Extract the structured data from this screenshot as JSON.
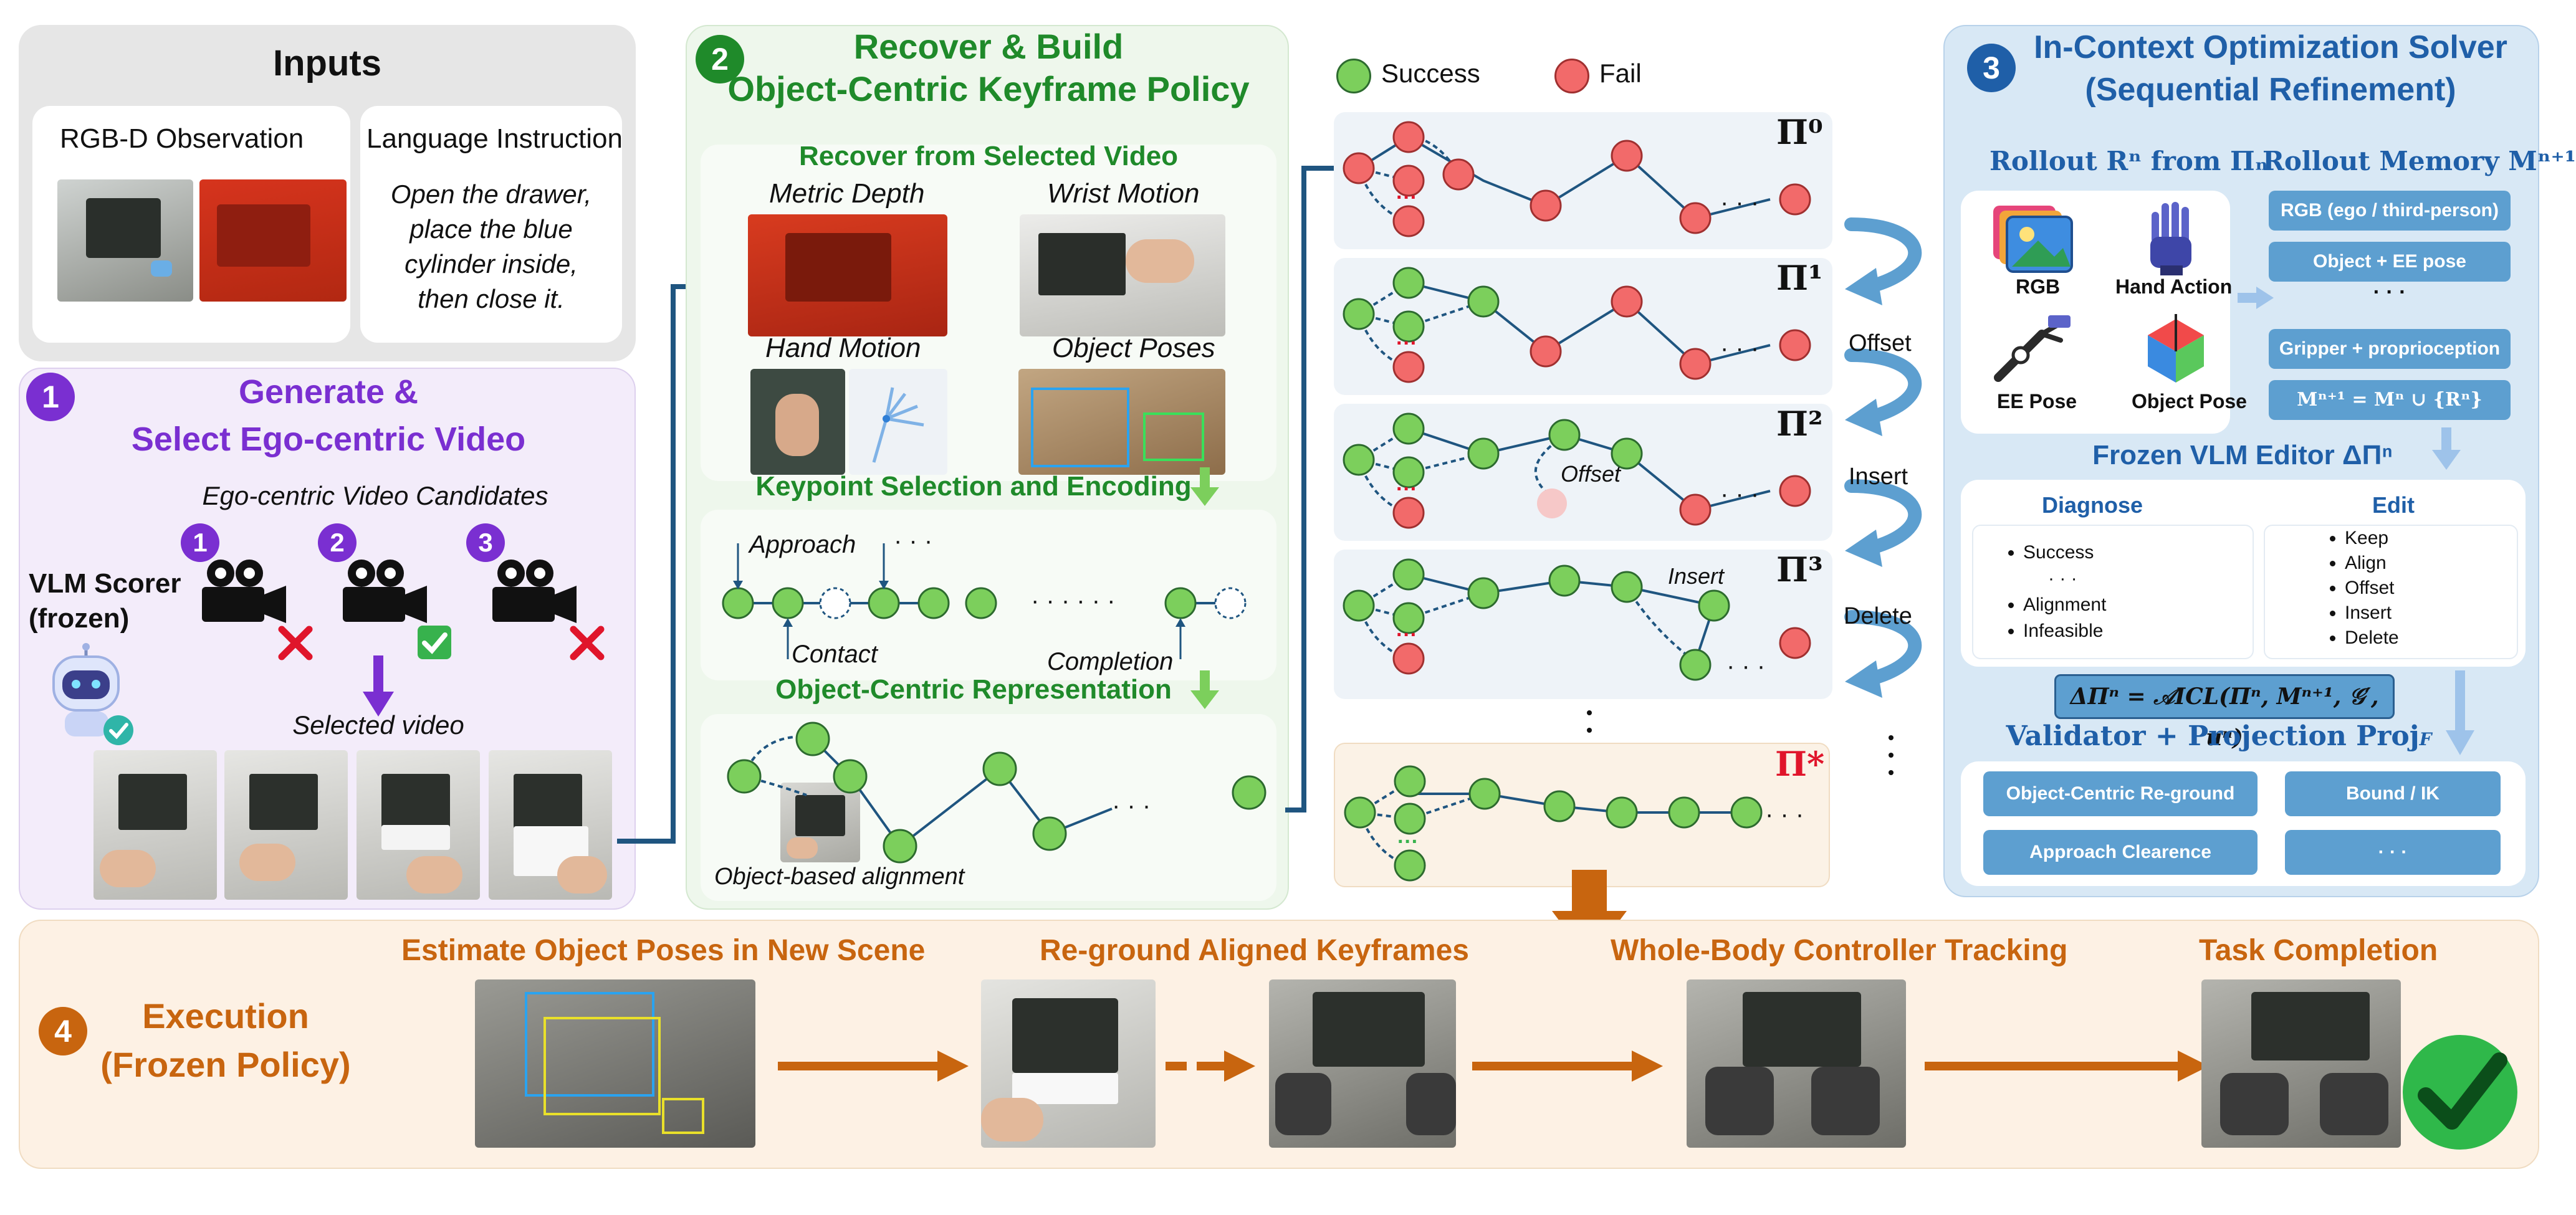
{
  "inputs": {
    "title": "Inputs",
    "rgbd_label": "RGB-D Observation",
    "lang_label": "Language Instruction",
    "instruction_lines": [
      "Open the drawer,",
      "place the blue",
      "cylinder inside,",
      "then close it."
    ]
  },
  "stage1": {
    "number": "1",
    "title_line1": "Generate &",
    "title_line2": "Select Ego-centric Video",
    "candidates_label": "Ego-centric Video Candidates",
    "candidate_numbers": [
      "1",
      "2",
      "3"
    ],
    "scorer_line1": "VLM Scorer",
    "scorer_line2": "(frozen)",
    "selected_label": "Selected video"
  },
  "stage2": {
    "number": "2",
    "title_line1": "Recover & Build",
    "title_line2": "Object-Centric Keyframe Policy",
    "recover_title": "Recover from Selected Video",
    "metric_depth": "Metric Depth",
    "wrist_motion": "Wrist Motion",
    "hand_motion": "Hand Motion",
    "object_poses": "Object Poses",
    "keypoint_title": "Keypoint Selection and Encoding",
    "approach": "Approach",
    "contact": "Contact",
    "completion": "Completion",
    "dots_short": "· · ·",
    "dots_long": "· · · · · ·",
    "representation_title": "Object-Centric Representation",
    "alignment_caption": "Object-based alignment"
  },
  "policies": {
    "legend_success": "Success",
    "legend_fail": "Fail",
    "labels": [
      "Π⁰",
      "Π¹",
      "Π²",
      "Π³",
      "Π*"
    ],
    "offset_label": "Offset",
    "insert_label": "Insert",
    "side_offset": "Offset",
    "side_insert": "Insert",
    "side_delete": "Delete",
    "ellipsis": "· · ·"
  },
  "stage3": {
    "number": "3",
    "title_line1": "In-Context Optimization Solver",
    "title_line2": "(Sequential Refinement)",
    "rollout_title": "Rollout Rⁿ from Πₙ",
    "memory_title": "Rollout Memory Mⁿ⁺¹",
    "icons": [
      "RGB",
      "Hand Action",
      "EE Pose",
      "Object Pose"
    ],
    "memory_items": [
      "RGB (ego / third-person)",
      "Object + EE pose",
      "· · ·",
      "Gripper + proprioception",
      "Mⁿ⁺¹ = Mⁿ ∪ {Rⁿ}"
    ],
    "editor_title": "Frozen VLM Editor ΔΠⁿ",
    "diagnose_title": "Diagnose",
    "diagnose_items": [
      "Success",
      "· · ·",
      "Alignment",
      "Infeasible"
    ],
    "edit_title": "Edit",
    "edit_items": [
      "Keep",
      "Align",
      "Offset",
      "Insert",
      "Delete"
    ],
    "formula": "ΔΠⁿ = 𝒜ICL(Πⁿ, Mⁿ⁺¹, 𝒢′, uⁿ)",
    "validator_title": "Validator + Projection Proj",
    "validator_sub": "F",
    "validator_buttons": [
      "Object-Centric Re-ground",
      "Bound / IK",
      "Approach Clearence",
      "· · ·"
    ]
  },
  "stage4": {
    "number": "4",
    "title_line1": "Execution",
    "title_line2": "(Frozen Policy)",
    "steps": [
      "Estimate Object Poses  in New Scene",
      "Re-ground Aligned Keyframes",
      "Whole-Body Controller Tracking",
      "Task Completion"
    ]
  },
  "colors": {
    "green": "#1f8a2a",
    "purple": "#7a2fd1",
    "blue": "#1f5fa8",
    "orange": "#c8650f",
    "node_green": "#7ccf5c",
    "node_red": "#f26a6a"
  }
}
